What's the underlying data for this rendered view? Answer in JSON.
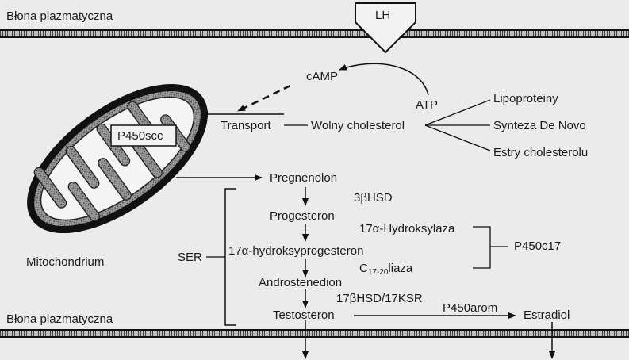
{
  "membrane_top_label": "Błona plazmatyczna",
  "membrane_bottom_label": "Błona plazmatyczna",
  "receptor_label": "LH",
  "camp": "cAMP",
  "atp": "ATP",
  "transport": "Transport",
  "free_cholesterol": "Wolny cholesterol",
  "sources": [
    "Lipoproteiny",
    "Synteza De Novo",
    "Estry cholesterolu"
  ],
  "p450scc": "P450scc",
  "mitochondrium": "Mitochondrium",
  "ser": "SER",
  "pathway": {
    "pregnenolon": "Pregnenolon",
    "hsd3b": "3βHSD",
    "progesteron": "Progesteron",
    "hydroksylaza": "17α-Hydroksylaza",
    "hydroksyprogesteron": "17α-hydroksyprogesteron",
    "c_prefix": "C",
    "c_sub": "17-20",
    "liaza": "liaza",
    "p450c17": "P450c17",
    "androstenedion": "Androstenedion",
    "hsd17b": "17βHSD/17KSR",
    "testosteron": "Testosteron",
    "p450arom": "P450arom",
    "estradiol": "Estradiol"
  }
}
